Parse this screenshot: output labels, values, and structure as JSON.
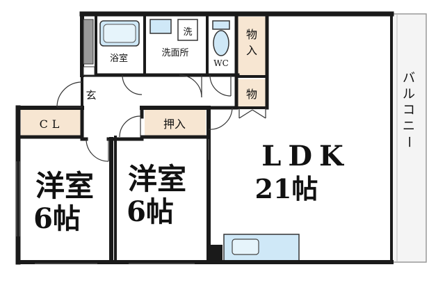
{
  "rooms": {
    "bath": "浴室",
    "washroom": "洗面所",
    "washer": "洗",
    "wc": "WC",
    "storage_top": "物入",
    "storage_mid": "物",
    "entrance": "玄",
    "closet": "CL",
    "oshiire": "押入",
    "ldk_name": "LDK",
    "ldk_size": "21帖",
    "western1_name": "洋室",
    "western1_size": "6帖",
    "western2_name": "洋室",
    "western2_size": "6帖",
    "balcony": "バルコニー"
  },
  "colors": {
    "wall": "#1a1a1a",
    "storage_fill": "#f7e6d2",
    "fixture_fill": "#cfe8f7",
    "floor": "#ffffff",
    "balcony_fill": "#f4f4f4"
  }
}
